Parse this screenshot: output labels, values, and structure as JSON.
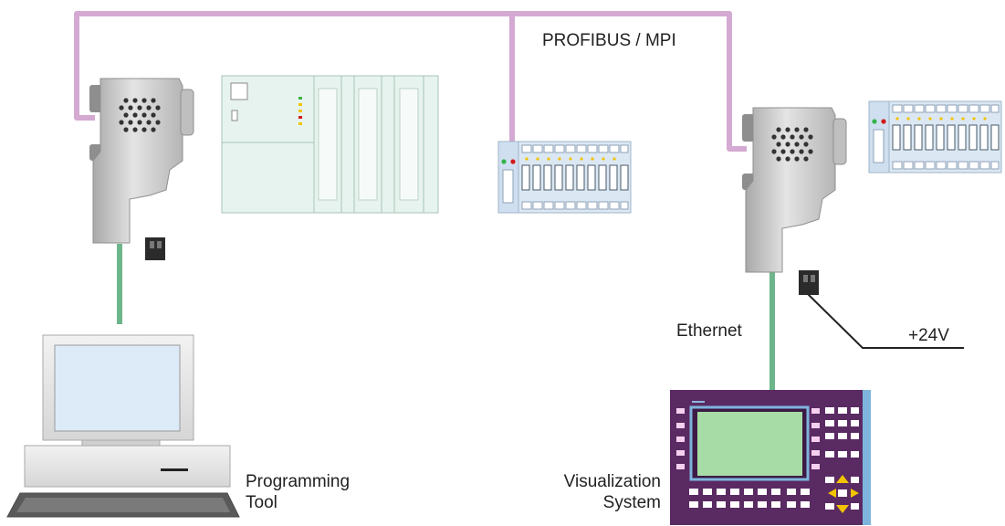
{
  "labels": {
    "bus": "PROFIBUS / MPI",
    "ethernet": "Ethernet",
    "power": "+24V",
    "programming_tool": [
      "Programming",
      "Tool"
    ],
    "visualization_system": [
      "Visualization",
      "System"
    ]
  },
  "colors": {
    "profibus_cable": "#d4a9d2",
    "ethernet_cable": "#6db58a",
    "connector_body": "#c9c9c9",
    "plc_panel": "#e6f3ee",
    "io_module": "#dbe7f3",
    "hmi_frame": "#5a2a63",
    "hmi_screen": "#a8dca6",
    "hmi_key_accent": "#f2c300"
  },
  "icons": {
    "connectors": [
      "profibus-ethernet-connector-icon",
      "profibus-ethernet-connector-icon"
    ],
    "devices": [
      "plc-rack-icon",
      "io-module-icon",
      "io-module-icon",
      "programming-pc-icon",
      "hmi-panel-icon"
    ]
  }
}
